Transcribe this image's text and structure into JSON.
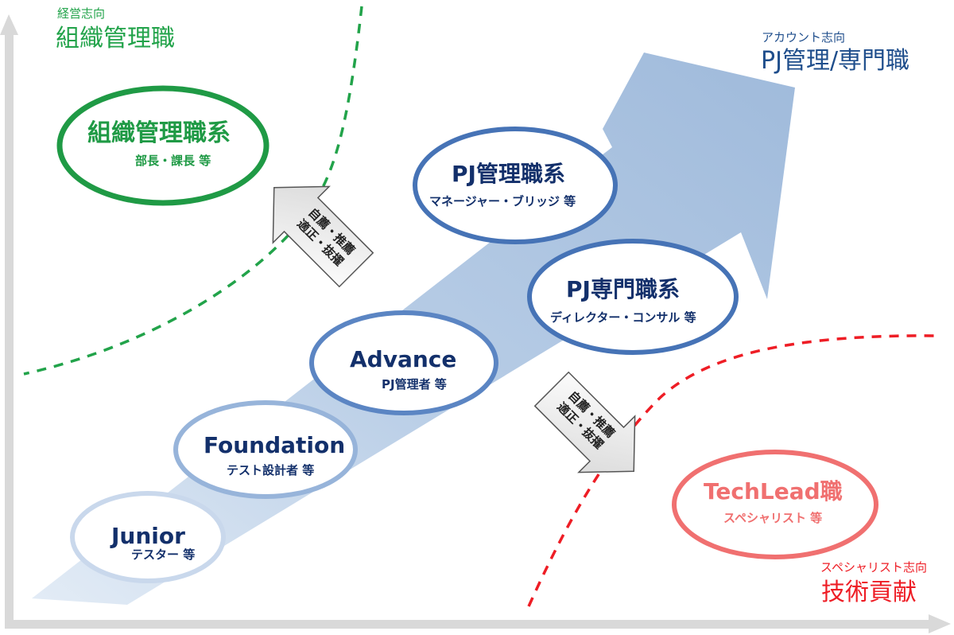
{
  "corners": {
    "top_left": {
      "sub": "経営志向",
      "main": "組織管理職"
    },
    "top_right": {
      "sub": "アカウント志向",
      "main": "PJ管理/専門職"
    },
    "bottom_right": {
      "sub": "スペシャリスト志向",
      "main": "技術貢献"
    }
  },
  "levels": [
    {
      "title": "Junior",
      "sub": "テスター 等"
    },
    {
      "title": "Foundation",
      "sub": "テスト設計者 等"
    },
    {
      "title": "Advance",
      "sub": "PJ管理者 等"
    },
    {
      "title": "PJ管理職系",
      "sub": "マネージャー・ブリッジ 等"
    },
    {
      "title": "PJ専門職系",
      "sub": "ディレクター・コンサル 等"
    }
  ],
  "tracks": {
    "management": {
      "title": "組織管理職系",
      "sub": "部長・課長 等"
    },
    "techlead": {
      "title": "TechLead職",
      "sub": "スペシャリスト 等"
    }
  },
  "transition_arrows": {
    "upper": {
      "line1": "自薦・推薦",
      "line2": "適正・抜擢"
    },
    "lower": {
      "line1": "自薦・推薦",
      "line2": "適正・抜擢"
    }
  },
  "colors": {
    "green": "#22a34a",
    "red": "#ee1d25",
    "navy": "#13306b",
    "big_arrow": "#aac2de",
    "axis": "#d9d9d9"
  }
}
